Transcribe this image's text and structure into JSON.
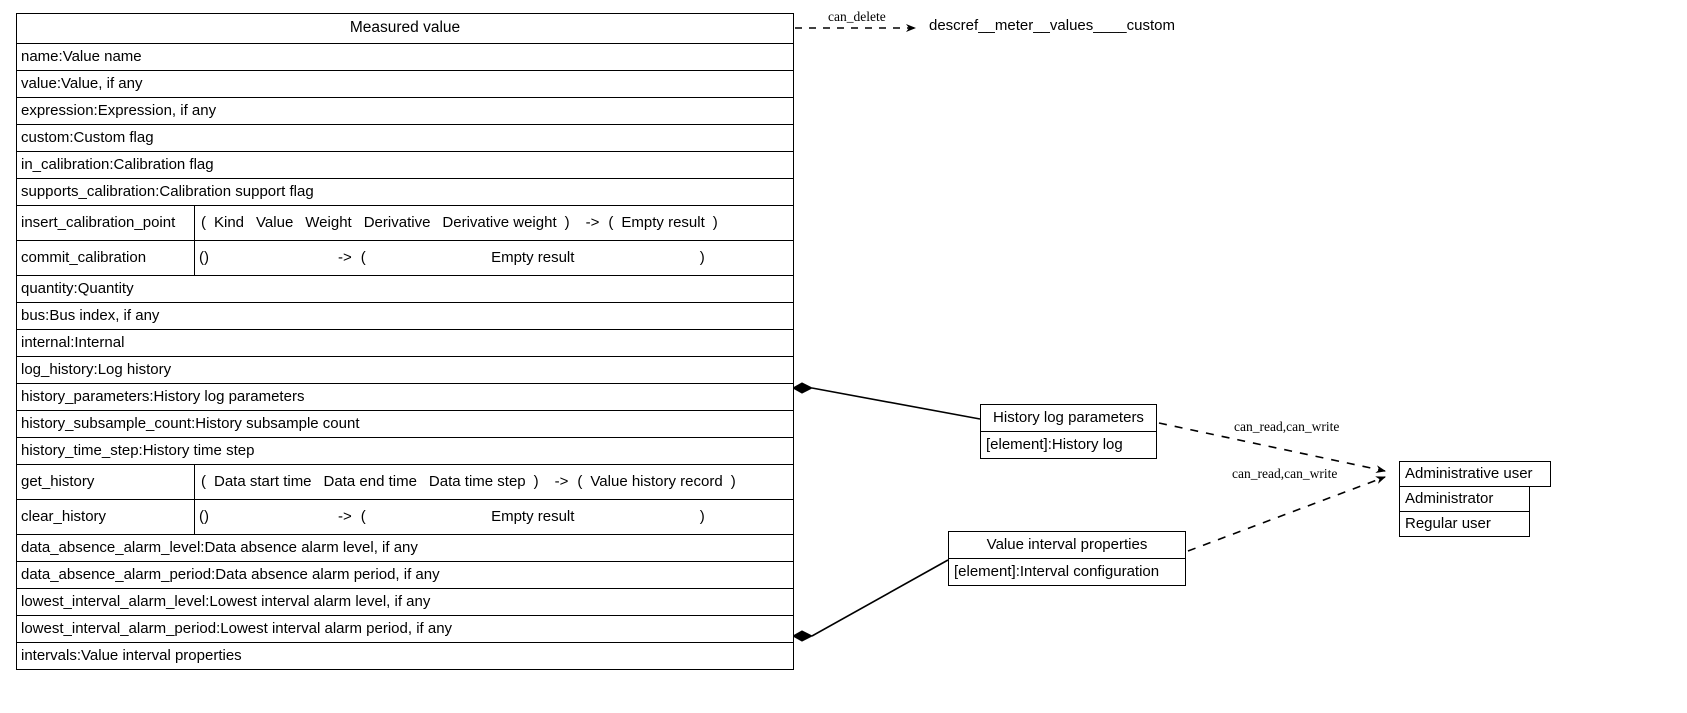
{
  "diagram": {
    "type": "uml-class-diagram",
    "title": "Measured value",
    "main_class": {
      "name": "Measured value",
      "members": [
        {
          "kind": "attribute",
          "text": "name:Value name"
        },
        {
          "kind": "attribute",
          "text": "value:Value, if any"
        },
        {
          "kind": "attribute",
          "text": "expression:Expression, if any"
        },
        {
          "kind": "attribute",
          "text": "custom:Custom flag"
        },
        {
          "kind": "attribute",
          "text": "in_calibration:Calibration flag"
        },
        {
          "kind": "attribute",
          "text": "supports_calibration:Calibration support flag"
        },
        {
          "kind": "method",
          "name": "insert_calibration_point",
          "open_paren": "(",
          "args": [
            "Kind",
            "Value",
            "Weight",
            "Derivative",
            "Derivative weight"
          ],
          "close_paren": ")",
          "arrow": "->",
          "ret_open": "(",
          "returns": "Empty result",
          "ret_close": ")"
        },
        {
          "kind": "method",
          "name": "commit_calibration",
          "args_literal": "()",
          "arrow": "->",
          "ret_open": "(",
          "returns": "Empty result",
          "ret_close": ")"
        },
        {
          "kind": "attribute",
          "text": "quantity:Quantity"
        },
        {
          "kind": "attribute",
          "text": "bus:Bus index, if any"
        },
        {
          "kind": "attribute",
          "text": "internal:Internal"
        },
        {
          "kind": "attribute",
          "text": "log_history:Log history"
        },
        {
          "kind": "attribute",
          "text": "history_parameters:History log parameters"
        },
        {
          "kind": "attribute",
          "text": "history_subsample_count:History subsample count"
        },
        {
          "kind": "attribute",
          "text": "history_time_step:History time step"
        },
        {
          "kind": "method",
          "name": "get_history",
          "open_paren": "(",
          "args": [
            "Data start time",
            "Data end time",
            "Data time step"
          ],
          "close_paren": ")",
          "arrow": "->",
          "ret_open": "(",
          "returns": "Value history record",
          "ret_close": ")"
        },
        {
          "kind": "method",
          "name": "clear_history",
          "args_literal": "()",
          "arrow": "->",
          "ret_open": "(",
          "returns": "Empty result",
          "ret_close": ")"
        },
        {
          "kind": "attribute",
          "text": "data_absence_alarm_level:Data absence alarm level, if any"
        },
        {
          "kind": "attribute",
          "text": "data_absence_alarm_period:Data absence alarm period, if any"
        },
        {
          "kind": "attribute",
          "text": "lowest_interval_alarm_level:Lowest interval alarm level, if any"
        },
        {
          "kind": "attribute",
          "text": "lowest_interval_alarm_period:Lowest interval alarm period, if any"
        },
        {
          "kind": "attribute",
          "text": "intervals:Value interval properties"
        }
      ]
    },
    "nodes": {
      "descref": {
        "label": "descref__meter__values____custom"
      },
      "history_log_parameters": {
        "header": "History log parameters",
        "items": [
          "[element]:History log"
        ]
      },
      "value_interval_properties": {
        "header": "Value interval properties",
        "items": [
          "[element]:Interval configuration"
        ]
      },
      "administrative_user": {
        "header": "Administrative user",
        "items": [
          "Administrator",
          "Regular user"
        ]
      }
    },
    "edges": [
      {
        "from": "Measured value",
        "to": "descref__meter__values____custom",
        "label": "can_delete",
        "style": "dashed-arrow"
      },
      {
        "from": "Measured value",
        "to": "History log parameters",
        "label": "",
        "style": "composition-diamond"
      },
      {
        "from": "Measured value",
        "to": "Value interval properties",
        "label": "",
        "style": "composition-diamond"
      },
      {
        "from": "History log parameters",
        "to": "Administrative user",
        "label": "can_read,can_write",
        "style": "dashed-arrow"
      },
      {
        "from": "Value interval properties",
        "to": "Administrative user",
        "label": "can_read,can_write",
        "style": "dashed-arrow"
      }
    ],
    "colors": {
      "stroke": "#000000",
      "fill": "#ffffff",
      "text": "#000000"
    }
  }
}
